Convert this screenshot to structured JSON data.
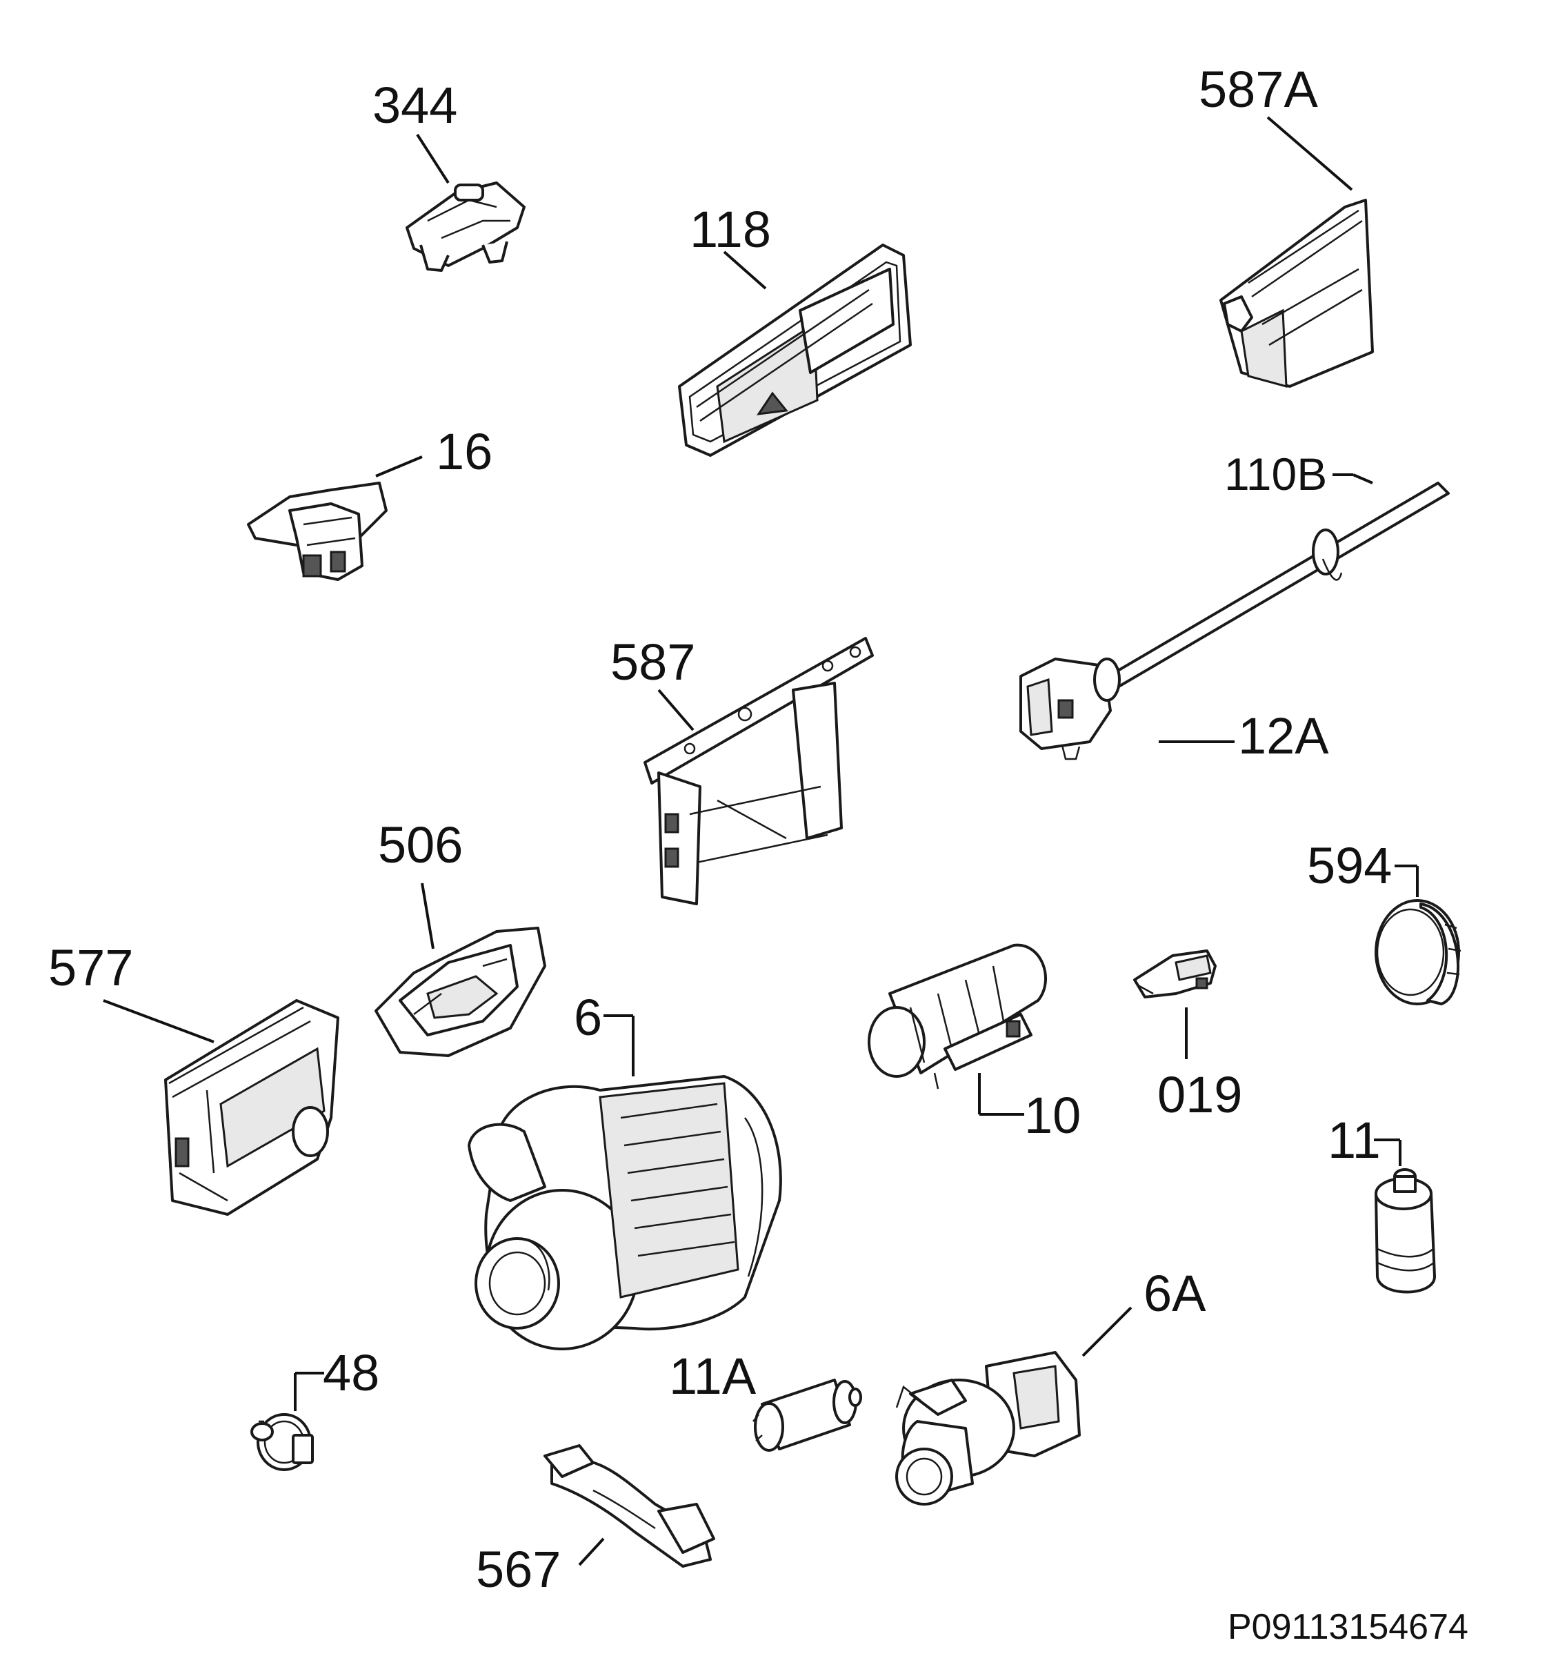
{
  "diagram_code": "P09113154674",
  "parts": [
    {
      "id": "p344",
      "label": "344"
    },
    {
      "id": "p118",
      "label": "118"
    },
    {
      "id": "p587A",
      "label": "587A"
    },
    {
      "id": "p16",
      "label": "16"
    },
    {
      "id": "p110B",
      "label": "110B"
    },
    {
      "id": "p587",
      "label": "587"
    },
    {
      "id": "p12A",
      "label": "12A"
    },
    {
      "id": "p506",
      "label": "506"
    },
    {
      "id": "p594",
      "label": "594"
    },
    {
      "id": "p577",
      "label": "577"
    },
    {
      "id": "p6",
      "label": "6"
    },
    {
      "id": "p10",
      "label": "10"
    },
    {
      "id": "p019",
      "label": "019"
    },
    {
      "id": "p11",
      "label": "11"
    },
    {
      "id": "p6A",
      "label": "6A"
    },
    {
      "id": "p48",
      "label": "48"
    },
    {
      "id": "p11A",
      "label": "11A"
    },
    {
      "id": "p567",
      "label": "567"
    }
  ]
}
